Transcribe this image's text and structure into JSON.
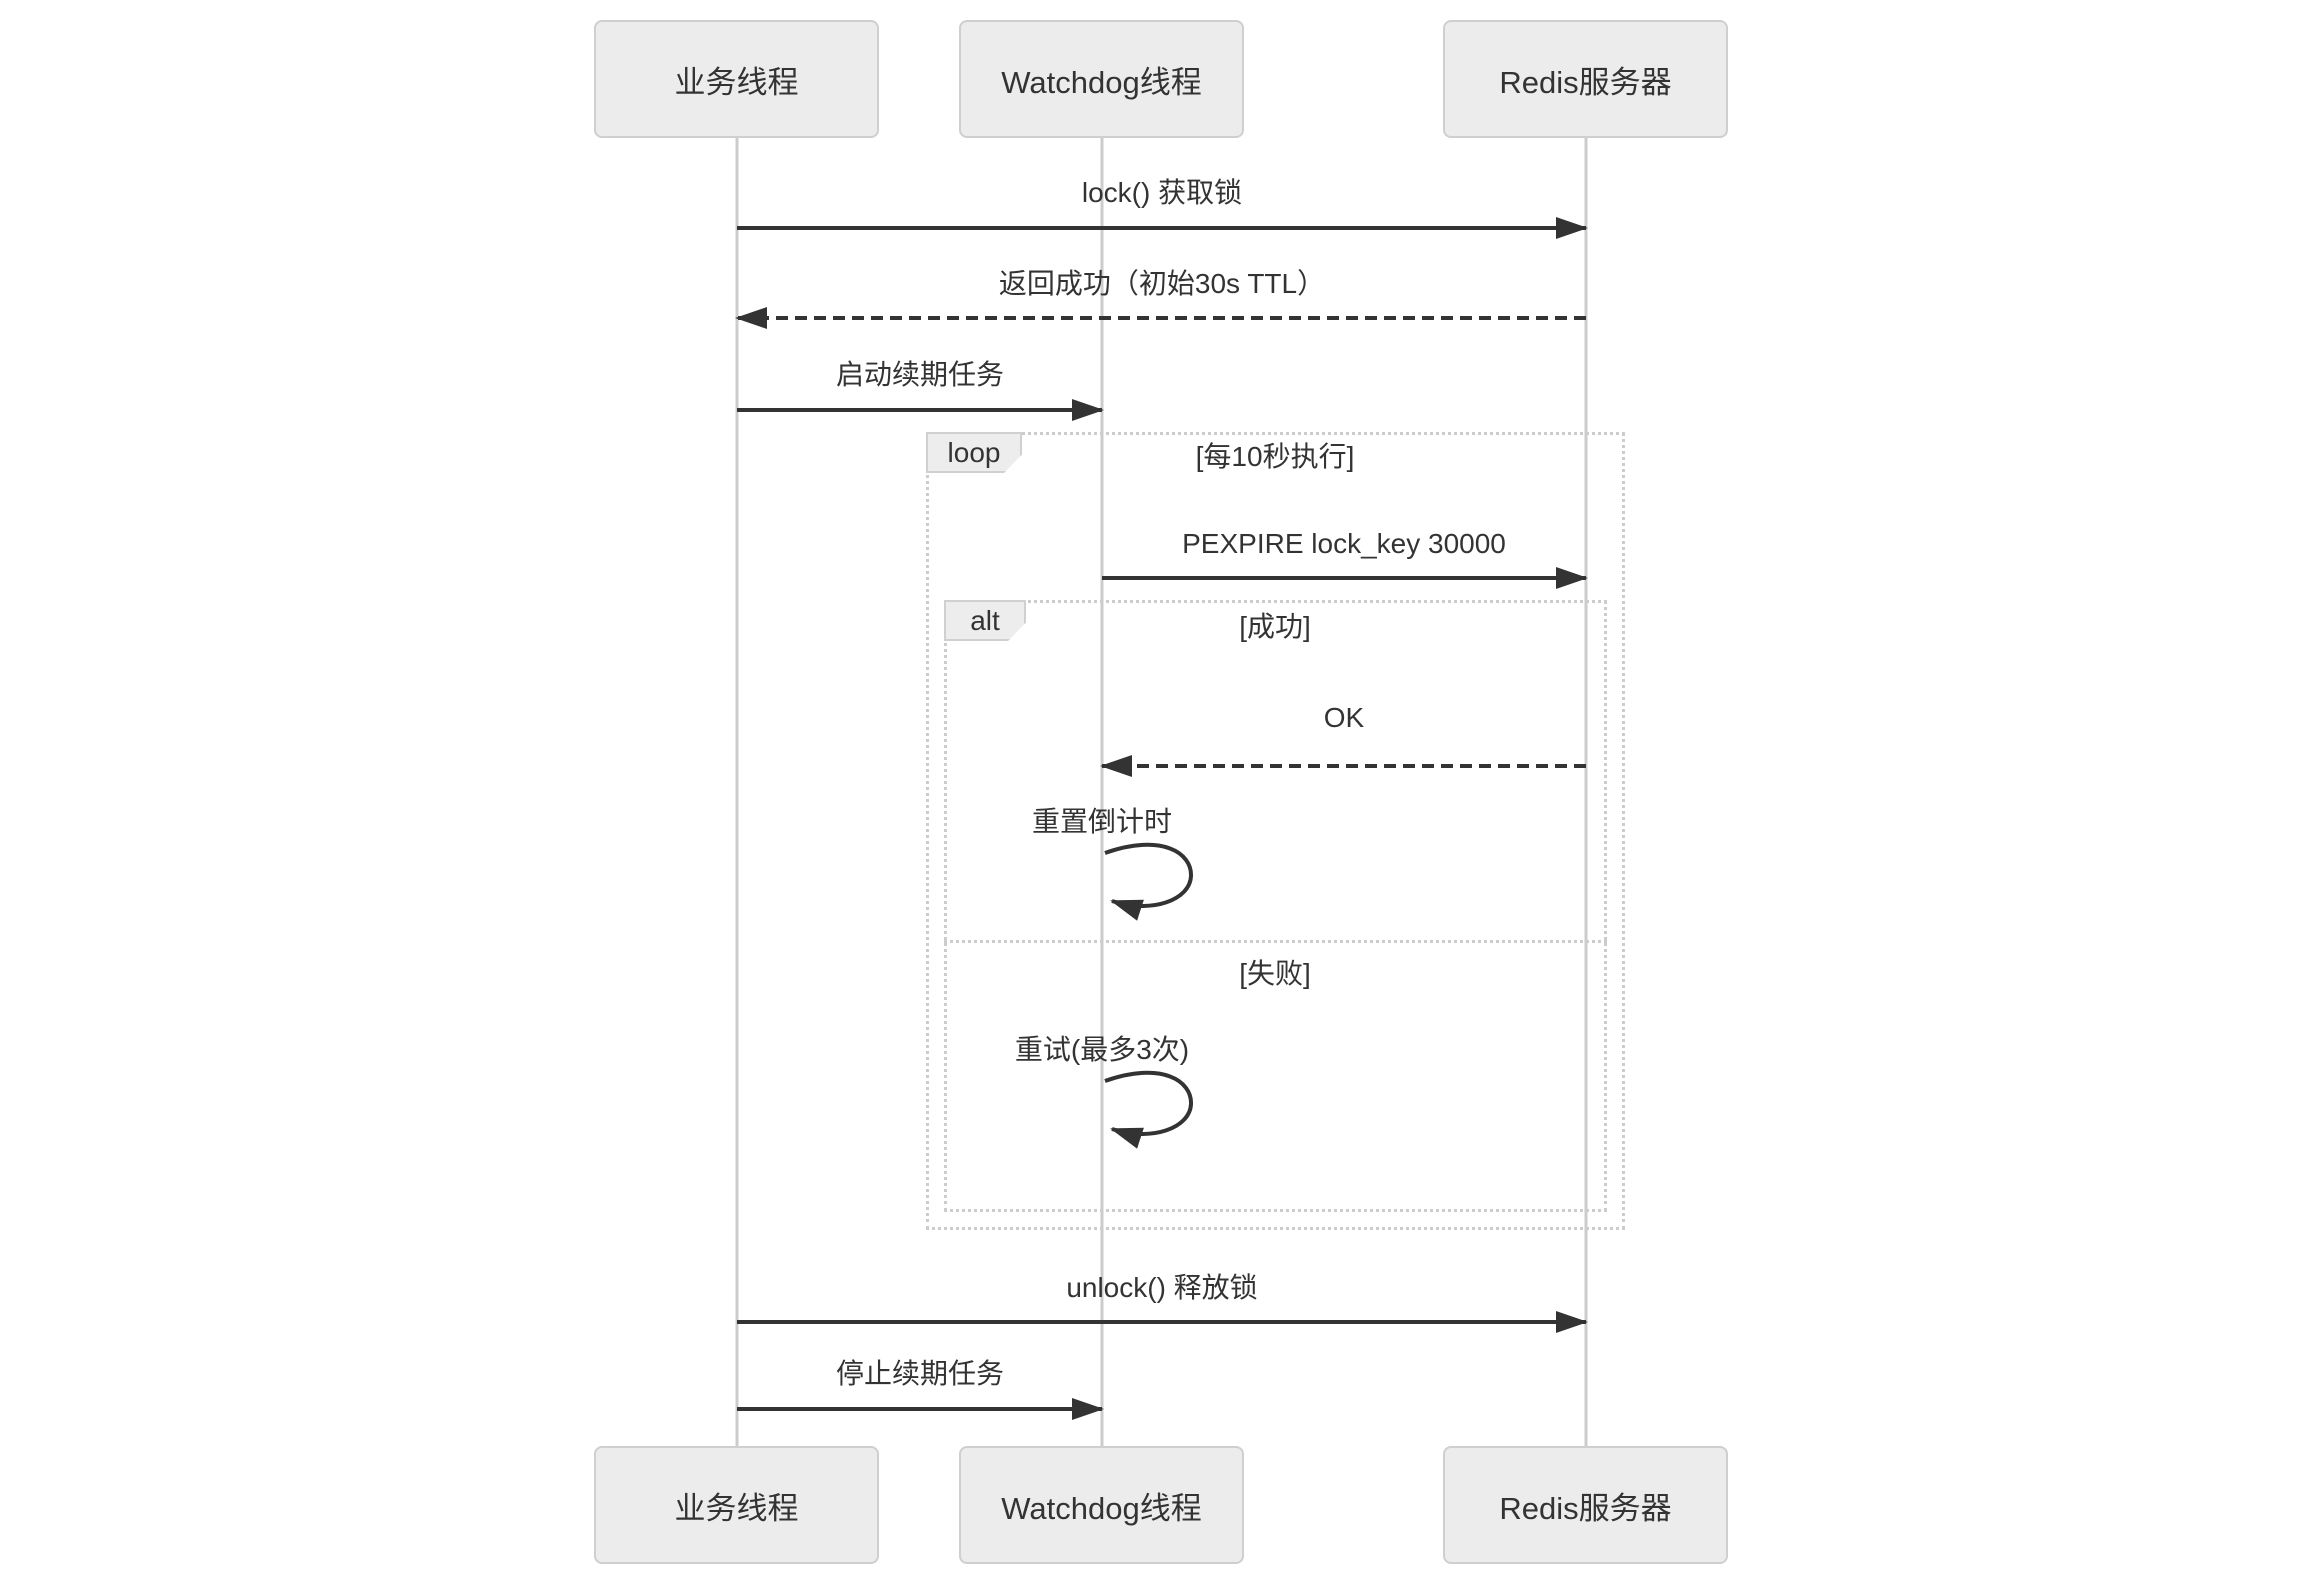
{
  "diagram": {
    "actors": [
      {
        "id": "business",
        "label": "业务线程"
      },
      {
        "id": "watchdog",
        "label": "Watchdog线程"
      },
      {
        "id": "redis",
        "label": "Redis服务器"
      }
    ],
    "messages": {
      "lock": "lock() 获取锁",
      "lock_return": "返回成功（初始30s TTL）",
      "start_renewal": "启动续期任务",
      "pexpire": "PEXPIRE lock_key 30000",
      "ok": "OK",
      "reset_countdown": "重置倒计时",
      "retry": "重试(最多3次)",
      "unlock": "unlock() 释放锁",
      "stop_renewal": "停止续期任务"
    },
    "frames": {
      "loop_label": "loop",
      "loop_condition": "[每10秒执行]",
      "alt_label": "alt",
      "alt_condition_success": "[成功]",
      "alt_condition_failure": "[失败]"
    },
    "colors": {
      "actor_fill": "#ececec",
      "actor_border": "#cfcfcf",
      "lifeline": "#cccccc",
      "arrow": "#333333",
      "frame_border": "#cccccc",
      "text": "#333333"
    }
  }
}
